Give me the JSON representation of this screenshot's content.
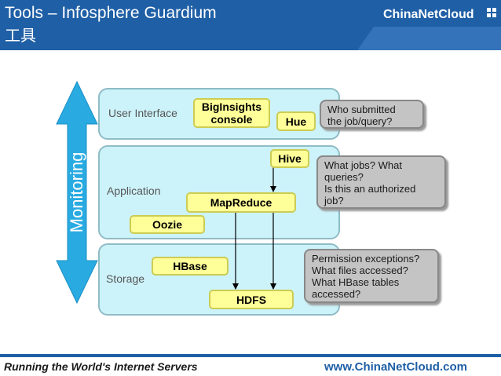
{
  "header": {
    "title": "Tools – Infosphere Guardium",
    "subtitle": "工具",
    "logo_text": "ChinaNetCloud"
  },
  "footer": {
    "tagline": "Running the World's Internet Servers",
    "url": "www.ChinaNetCloud.com"
  },
  "diagram": {
    "monitoring_label": "Monitoring",
    "layers": {
      "user_interface": "User Interface",
      "application": "Application",
      "storage": "Storage"
    },
    "components": {
      "biginsights_line1": "BigInsights",
      "biginsights_line2": "console",
      "hue": "Hue",
      "hive": "Hive",
      "mapreduce": "MapReduce",
      "oozie": "Oozie",
      "hbase": "HBase",
      "hdfs": "HDFS"
    },
    "questions": {
      "user_interface": [
        "Who submitted",
        "the job/query?"
      ],
      "application": [
        "What jobs? What",
        "queries?",
        "Is this an authorized",
        "job?"
      ],
      "storage": [
        "Permission exceptions?",
        "What files accessed?",
        "What HBase tables",
        "accessed?"
      ]
    }
  },
  "colors": {
    "header_blue": "#1f5fa6",
    "layer_fill": "#cdf3fa",
    "component_fill": "#ffff99",
    "question_fill": "#c4c4c4",
    "monitoring_arrow": "#29abe2"
  }
}
